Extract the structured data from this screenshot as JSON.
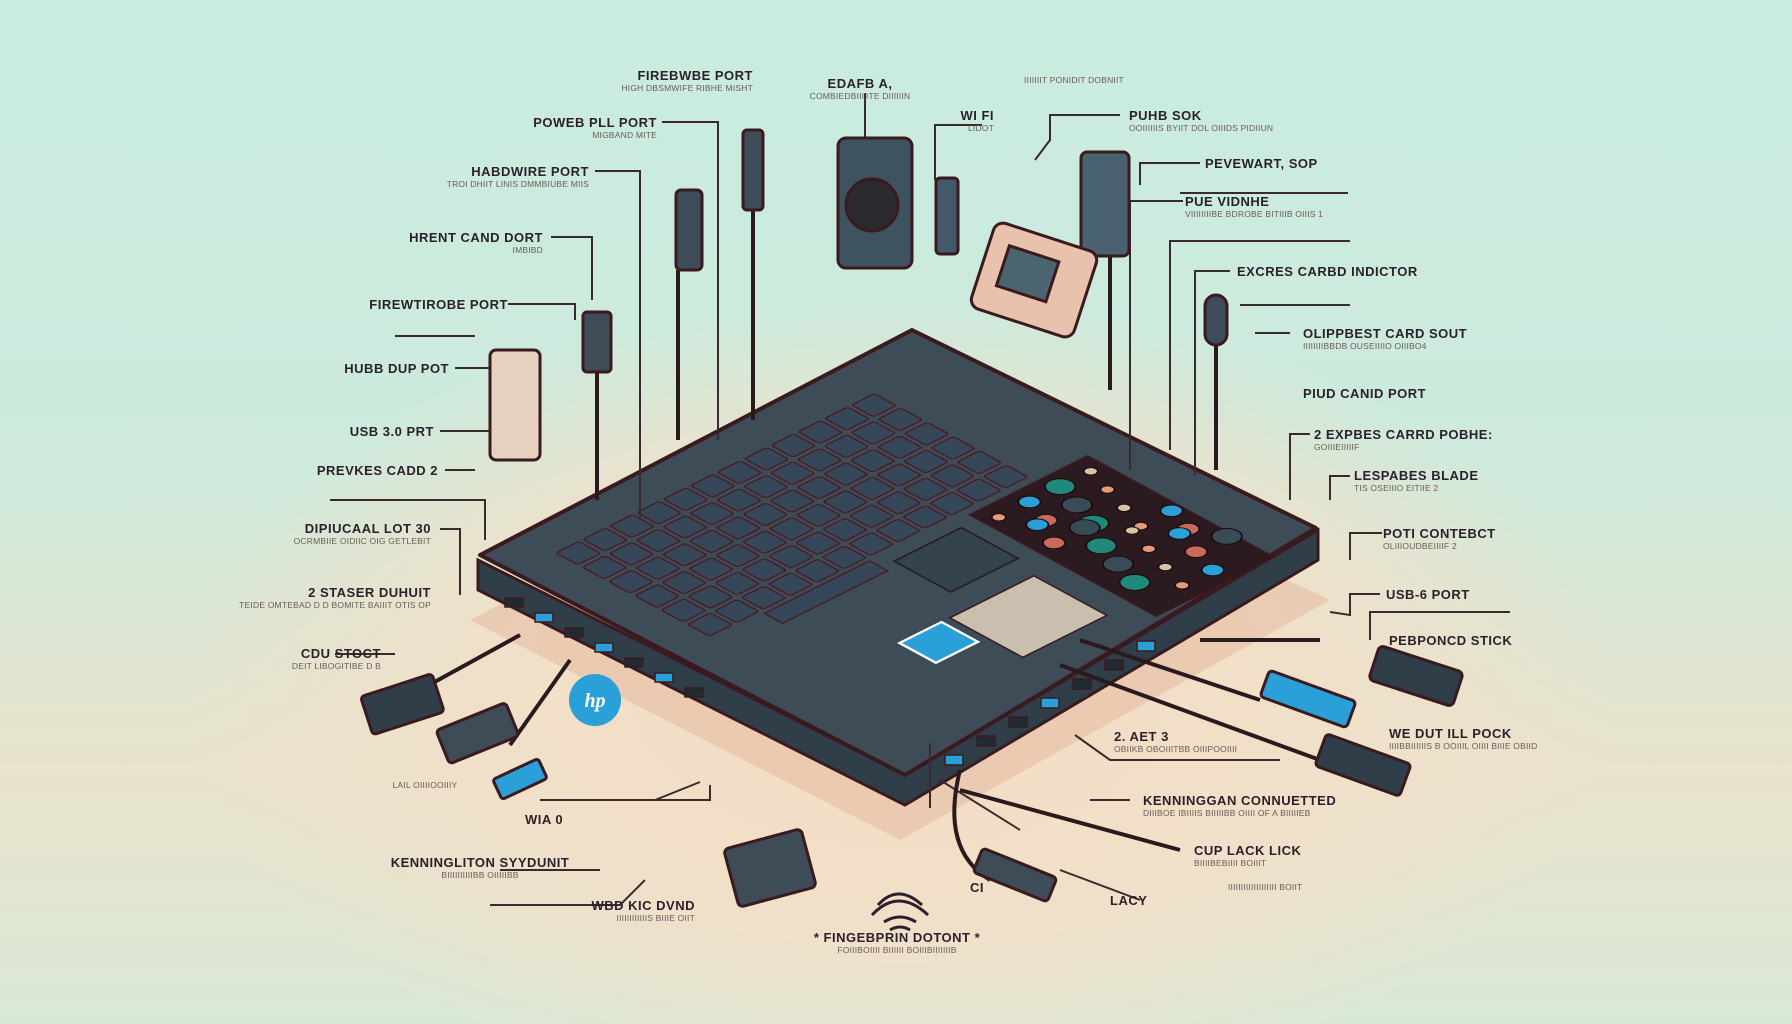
{
  "title": "Laptop ports and connectors diagram",
  "brand_logo": "hp",
  "colors": {
    "body": "#3d4c57",
    "outline": "#3a1a1e",
    "accent_blue": "#2a9fd8",
    "bg_top": "#c9ecdf",
    "bg_glow": "#f4dcc3"
  },
  "labels": [
    {
      "title": "FIREBWBE PORT",
      "subtitle": "HIGH DBSMWIFE RIBHE MISHT"
    },
    {
      "title": "POWEB PLL PORT",
      "subtitle": "MIGBAND MITE"
    },
    {
      "title": "HABDWIRE PORT",
      "subtitle": "TROI DHIIT LINIS DMMBIUBE MIIS"
    },
    {
      "title": "HRENT CAND DORT",
      "subtitle": "IMBIBD"
    },
    {
      "title": "FIREWTIROBE PORT",
      "subtitle": ""
    },
    {
      "title": "HUBB DUP POT",
      "subtitle": ""
    },
    {
      "title": "USB 3.0 PRT",
      "subtitle": ""
    },
    {
      "title": "PREVKES CADD 2",
      "subtitle": ""
    },
    {
      "title": "DIPIUCAAL LOT 30",
      "subtitle": "OCRMBIIE OIDIIC OIG GETLEBIT"
    },
    {
      "title": "2 STASER DUHUIT",
      "subtitle": "TEIDE OMTEBAD D D BOMITE BAIIIT OTIS OP"
    },
    {
      "title": "CDU STOCT",
      "subtitle": "DEIT LIBOGITIBE D B"
    },
    {
      "title": "EDAFB A,",
      "subtitle": "COMBIEDBIIOTE DIIIIIIN"
    },
    {
      "title": "WI FI",
      "subtitle": "LIDOT"
    },
    {
      "title": "",
      "subtitle": "IIIIIIIT PONIDIT DOBNIIT"
    },
    {
      "title": "PUHB SOK",
      "subtitle": "OOIIIIIIS BYIIT DOL OIIIDS PIDIIUN"
    },
    {
      "title": "PEVEWART, SOP",
      "subtitle": ""
    },
    {
      "title": "PUE VIDNHE",
      "subtitle": "VIIIIIIIIBE BDROBE BITIIIB OIIIS 1"
    },
    {
      "title": "EXCRES CARBD INDICTOR",
      "subtitle": ""
    },
    {
      "title": "OLIPPBEST CARD SOUT",
      "subtitle": "IIIIIIIIBBDB OUSEIIIIO OIIIBO4"
    },
    {
      "title": "PIUD CANID PORT",
      "subtitle": ""
    },
    {
      "title": "2 EXPBES CARRD POBHE:",
      "subtitle": "GOIIIEIIIIIF"
    },
    {
      "title": "LESPABES BLADE",
      "subtitle": "TIS OSEIIIO EITIIE 2"
    },
    {
      "title": "POTI CONTEBCT",
      "subtitle": "OLIIIOUDBEIIIIF 2"
    },
    {
      "title": "USB-6 PORT",
      "subtitle": ""
    },
    {
      "title": "PEBPONCD STICK",
      "subtitle": ""
    },
    {
      "title": "WE DUT ILL POCK",
      "subtitle": "IIIIBBIIIIIIS B OOIIIL OIIII BIIIE OBIID"
    },
    {
      "title": "2. AET 3",
      "subtitle": "OBIIKB OBOIIITBB OIIIPOOIIII"
    },
    {
      "title": "KENNINGGAN CONNUETTED",
      "subtitle": "DIIIBOE IBIIIIS BIIIIIBB OIIII OF A BIIIIIEB"
    },
    {
      "title": "CUP LACK LICK",
      "subtitle": "BIIIIBEBIIII BOIIIT"
    },
    {
      "title": "",
      "subtitle": "IIIIIIIIIIIIIIIIIII BOIIT"
    },
    {
      "title": "KENNINGLITON SYYDUNIT",
      "subtitle": "BIIIIIIIIIIBB OIIIIIBB"
    },
    {
      "title": "WBD KIC DVND",
      "subtitle": "IIIIIIIIIIIIS BIIIE OIIT"
    },
    {
      "title": "* FINGEBPRIN DOTONT *",
      "subtitle": "FOIIIBOIIII BIIIIII BOIIIBIIIIIIIB"
    },
    {
      "title": "LACY",
      "subtitle": ""
    },
    {
      "title": "CI",
      "subtitle": ""
    },
    {
      "title": "WIA 0",
      "subtitle": ""
    },
    {
      "title": "",
      "subtitle": "LAIL OIIIIOOIIIY"
    }
  ]
}
